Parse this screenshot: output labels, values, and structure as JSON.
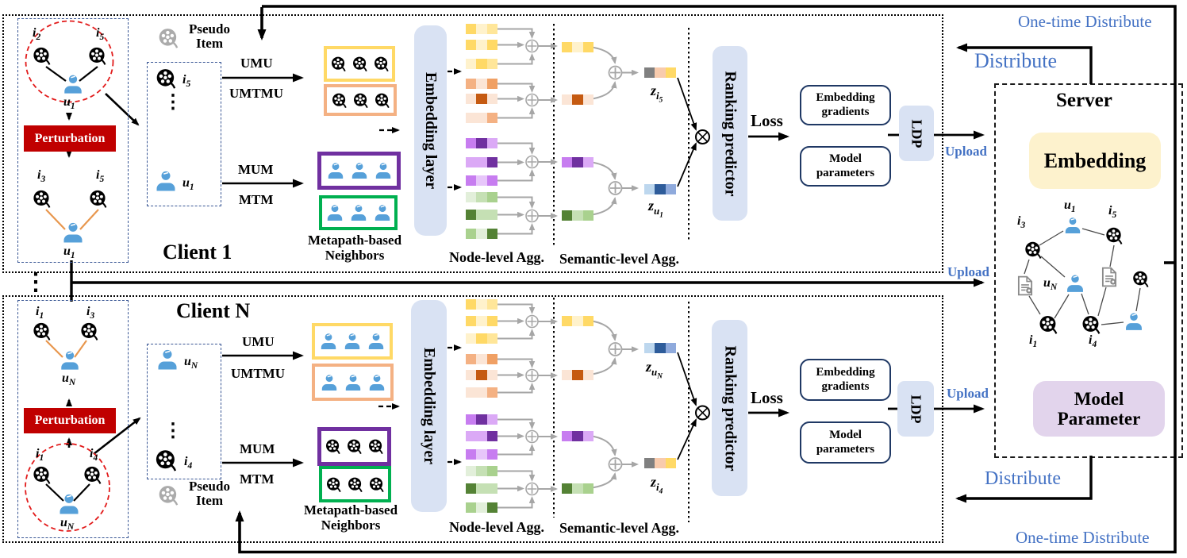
{
  "loop_labels": {
    "one_time_top": "One-time Distribute",
    "distribute_top": "Distribute",
    "upload_mid": "Upload",
    "distribute_bottom": "Distribute",
    "one_time_bottom": "One-time Distribute",
    "ellipsis": "⋮"
  },
  "server": {
    "title": "Server",
    "embedding_box": "Embedding",
    "model_box_line1": "Model",
    "model_box_line2": "Parameter",
    "nodes": {
      "u1": {
        "m": "u",
        "s": "1"
      },
      "i3": {
        "m": "i",
        "s": "3"
      },
      "i5": {
        "m": "i",
        "s": "5"
      },
      "uN": {
        "m": "u",
        "s": "N"
      },
      "i1": {
        "m": "i",
        "s": "1"
      },
      "i4": {
        "m": "i",
        "s": "4"
      }
    }
  },
  "clients": [
    {
      "title": "Client 1",
      "graph_top": {
        "li": {
          "m": "i",
          "s": "2"
        },
        "ri": {
          "m": "i",
          "s": "5"
        },
        "user": {
          "m": "u",
          "s": "1"
        }
      },
      "perturbation": "Perturbation",
      "graph_bottom": {
        "li": {
          "m": "i",
          "s": "3"
        },
        "ri": {
          "m": "i",
          "s": "5"
        },
        "user": {
          "m": "u",
          "s": "1"
        }
      },
      "pseudo1": "Pseudo",
      "pseudo2": "Item",
      "sampled_top": {
        "m": "i",
        "s": "5"
      },
      "sampled_bottom": {
        "m": "u",
        "s": "1"
      },
      "ellipsis": "⋮",
      "mp1": "UMU",
      "mp2": "UMTMU",
      "mp3": "MUM",
      "mp4": "MTM",
      "nb1": "Metapath-based",
      "nb2": "Neighbors",
      "embed": "Embedding layer",
      "nodeagg": "Node-level Agg.",
      "semagg": "Semantic-level Agg.",
      "z_top": {
        "m": "z",
        "s": "i",
        "ss": "5"
      },
      "z_bottom": {
        "m": "z",
        "s": "u",
        "ss": "1"
      },
      "ranking": "Ranking predictor",
      "loss": "Loss",
      "grad1": "Embedding",
      "grad2": "gradients",
      "par1": "Model",
      "par2": "parameters",
      "ldp": "LDP",
      "upload": "Upload"
    },
    {
      "title": "Client N",
      "graph_top": {
        "li": {
          "m": "i",
          "s": "1"
        },
        "ri": {
          "m": "i",
          "s": "3"
        },
        "user": {
          "m": "u",
          "s": "N"
        }
      },
      "perturbation": "Perturbation",
      "graph_bottom": {
        "li": {
          "m": "i",
          "s": "1"
        },
        "ri": {
          "m": "i",
          "s": "4"
        },
        "user": {
          "m": "u",
          "s": "N"
        }
      },
      "pseudo1": "Pseudo",
      "pseudo2": "Item",
      "sampled_top": {
        "m": "u",
        "s": "N"
      },
      "sampled_bottom": {
        "m": "i",
        "s": "4"
      },
      "ellipsis": "⋮",
      "mp1": "UMU",
      "mp2": "UMTMU",
      "mp3": "MUM",
      "mp4": "MTM",
      "nb1": "Metapath-based",
      "nb2": "Neighbors",
      "embed": "Embedding layer",
      "nodeagg": "Node-level Agg.",
      "semagg": "Semantic-level Agg.",
      "z_top": {
        "m": "z",
        "s": "u",
        "ss": "N"
      },
      "z_bottom": {
        "m": "z",
        "s": "i",
        "ss": "4"
      },
      "ranking": "Ranking predictor",
      "loss": "Loss",
      "grad1": "Embedding",
      "grad2": "gradients",
      "par1": "Model",
      "par2": "parameters",
      "ldp": "LDP",
      "upload": "Upload"
    }
  ],
  "colors": {
    "accent_blue": "#4472C4",
    "panel_blue": "#D9E2F3",
    "navy_border": "#1F3864",
    "perturb_red": "#C00000",
    "user_blue": "#56A0D9",
    "yellow_border": "#FFD966",
    "orange_border": "#F4B183",
    "purple_border": "#7030A0",
    "green_border": "#00B050",
    "gray_arrow": "#A6A6A6",
    "server_embedding_bg": "#FDF2CD",
    "server_model_bg": "#E2D4EC"
  },
  "strips": {
    "yellow": {
      "node": [
        [
          "#FFD966",
          "#FFF2CC",
          "#FFE699"
        ],
        [
          "#FFD966",
          "#FFF2CC",
          "#FFD966"
        ],
        [
          "#FFF2CC",
          "#FFD966",
          "#FFE699"
        ]
      ],
      "semantic": [
        "#FFD966",
        "#FFF2CC",
        "#FFD966"
      ]
    },
    "orange": {
      "node": [
        [
          "#F4B183",
          "#FBE5D6",
          "#F0A064"
        ],
        [
          "#FBE5D6",
          "#C55A11",
          "#FBE5D6"
        ],
        [
          "#FBE5D6",
          "#FBE5D6",
          "#F4B183"
        ]
      ],
      "semantic": [
        "#FBE5D6",
        "#C55A11",
        "#FBE5D6"
      ]
    },
    "purple": {
      "node": [
        [
          "#C77DF0",
          "#7030A0",
          "#DBA9F6"
        ],
        [
          "#DBA9F6",
          "#DBA9F6",
          "#7030A0"
        ],
        [
          "#C77DF0",
          "#E7C6FA",
          "#C77DF0"
        ]
      ],
      "semantic": [
        "#C77DF0",
        "#7030A0",
        "#DBA9F6"
      ]
    },
    "green": {
      "node": [
        [
          "#E2EFDA",
          "#C5E0B4",
          "#A9D18E"
        ],
        [
          "#548235",
          "#C5E0B4",
          "#C5E0B4"
        ],
        [
          "#A9D18E",
          "#E2EFDA",
          "#548235"
        ]
      ],
      "semantic": [
        "#548235",
        "#C5E0B4",
        "#A9D18E"
      ]
    },
    "z_item": [
      "#808080",
      "#F8CBAD",
      "#FFD966"
    ],
    "z_user": [
      "#BDD7EE",
      "#2E5C9A",
      "#8FAADC"
    ]
  }
}
